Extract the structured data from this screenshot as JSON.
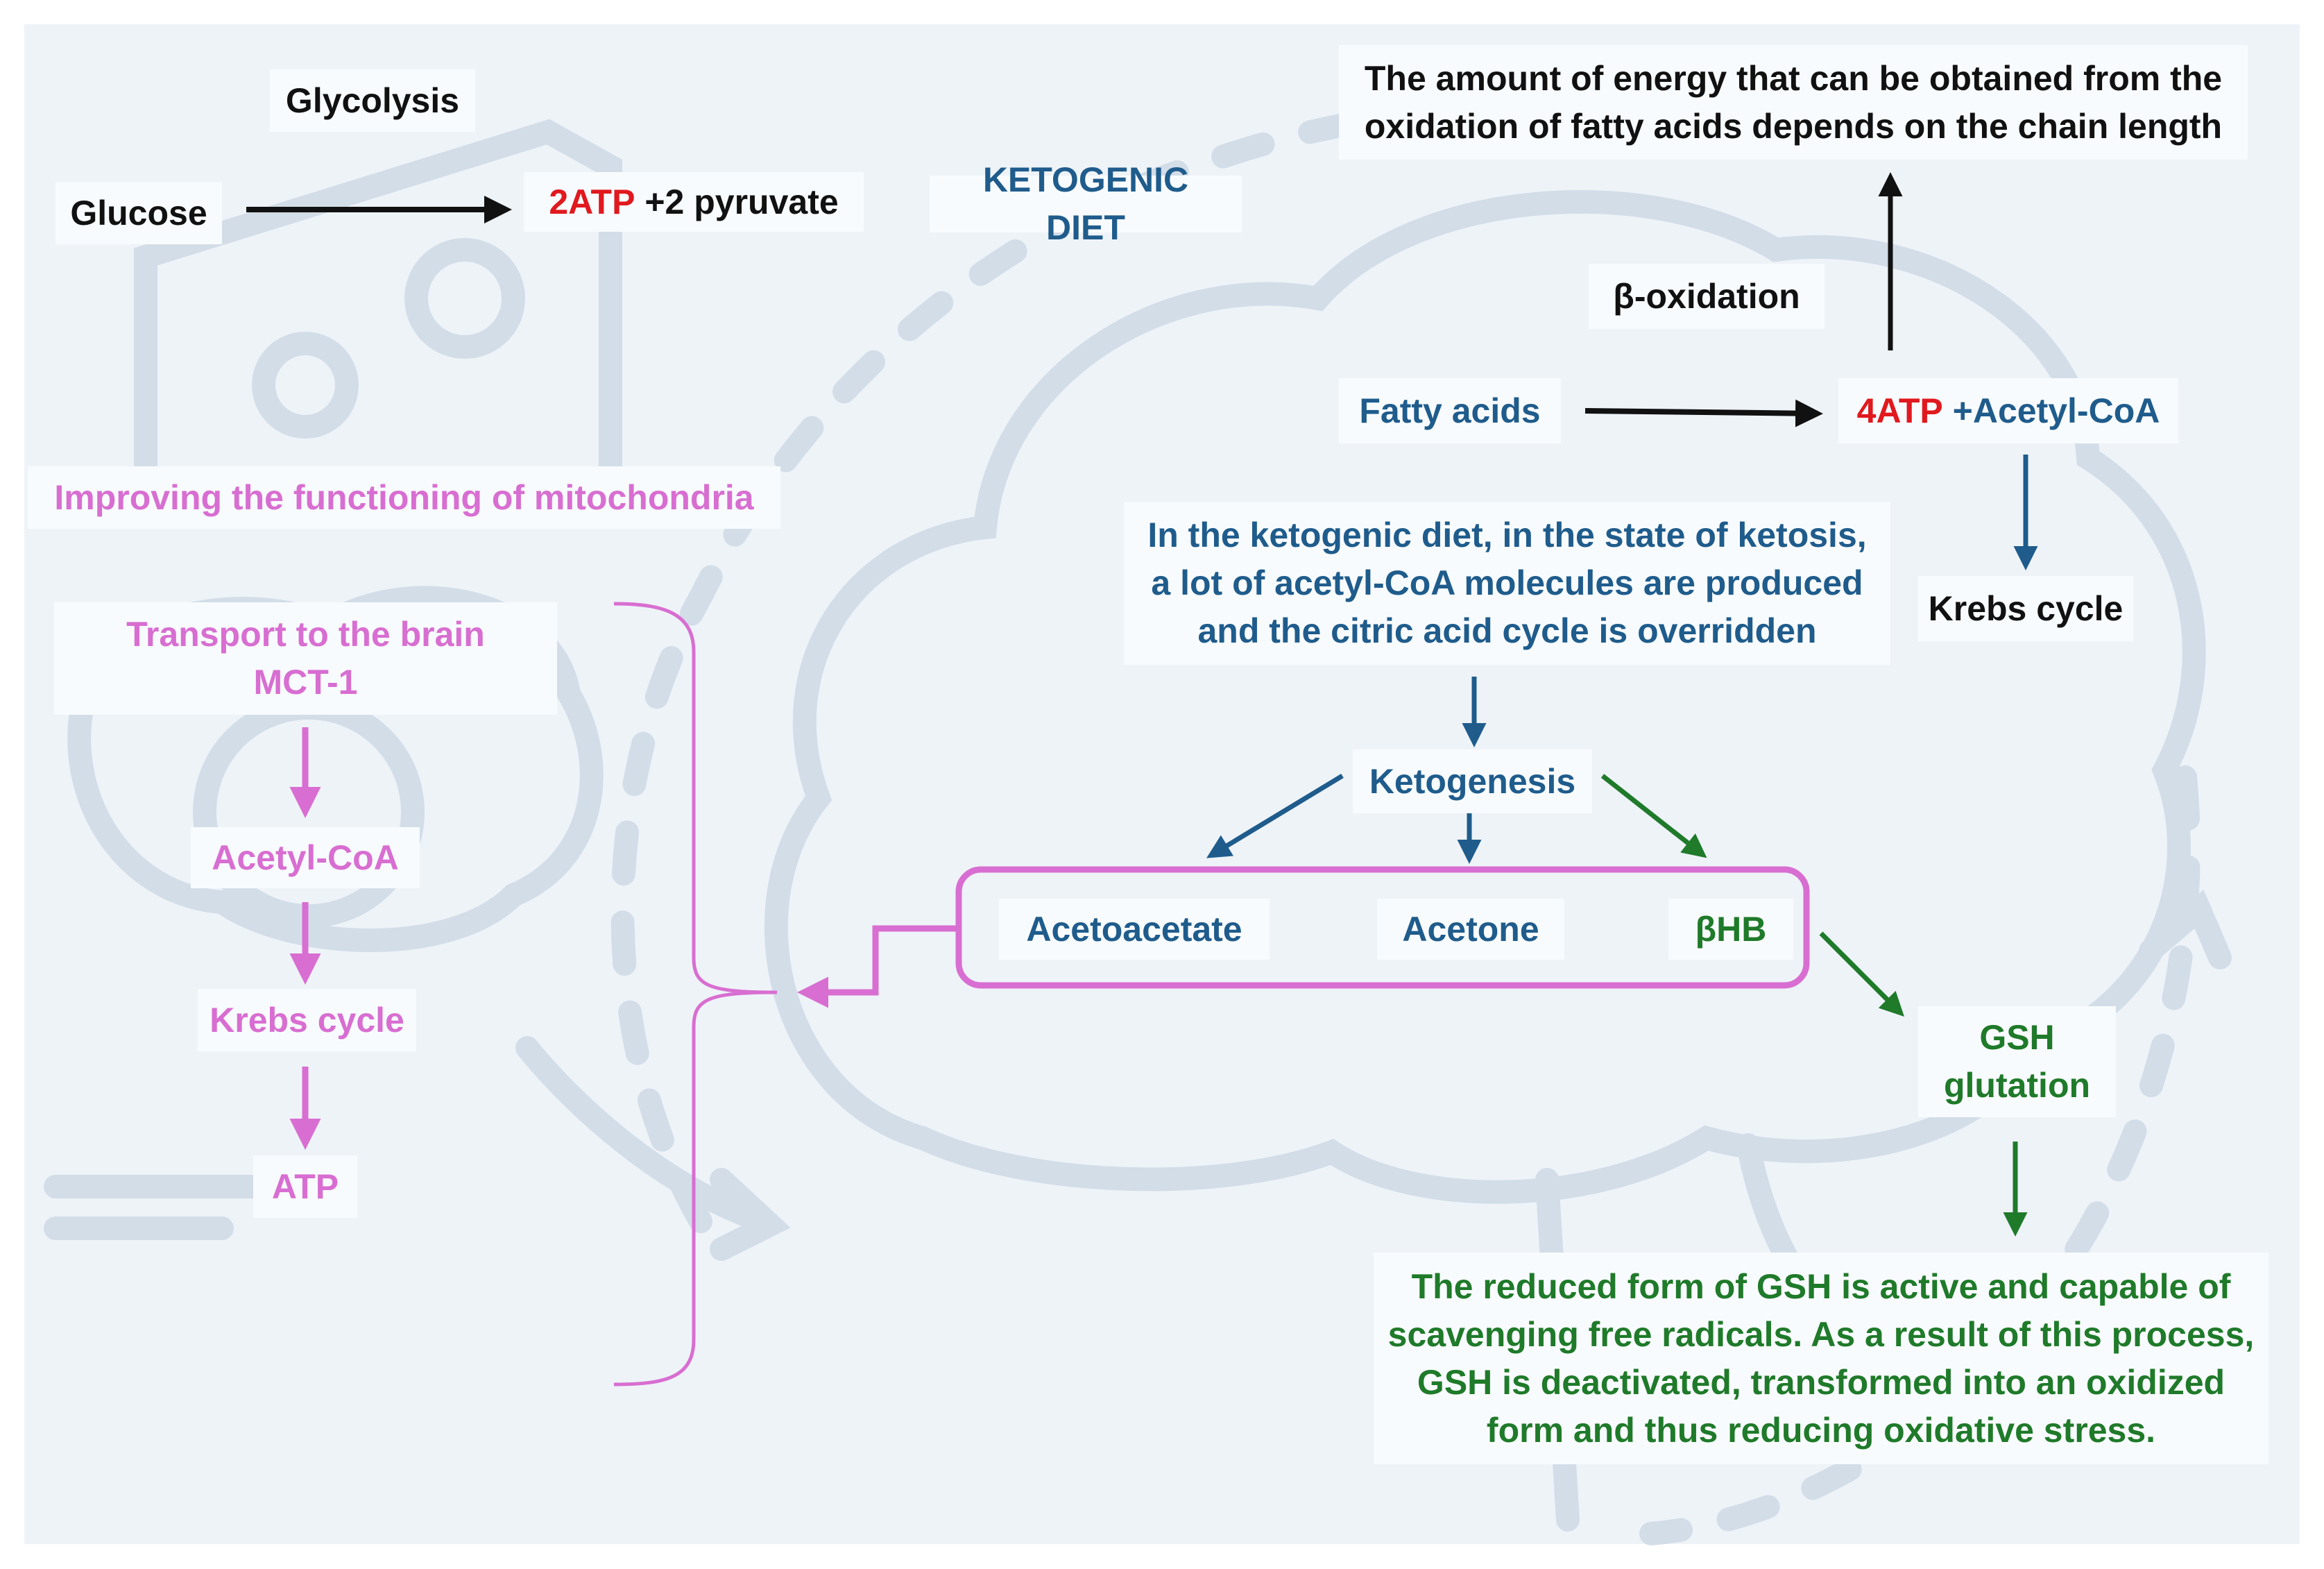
{
  "left": {
    "glycolysis": "Glycolysis",
    "glucose": "Glucose",
    "atp_red": "2ATP",
    "pyruvate": "+2 pyruvate",
    "improving": "Improving the functioning of mitochondria",
    "transport_line1": "Transport to the brain",
    "transport_line2": "MCT-1",
    "acetyl_coa": "Acetyl-CoA",
    "krebs": "Krebs cycle",
    "atp": "ATP"
  },
  "center": {
    "title": "KETOGENIC DIET",
    "ketosis_line1": "In the ketogenic diet, in the state of ketosis,",
    "ketosis_line2": "a lot of acetyl-CoA molecules are produced",
    "ketosis_line3": "and the citric acid cycle is overridden",
    "ketogenesis": "Ketogenesis",
    "acetoacetate": "Acetoacetate",
    "acetone": "Acetone",
    "bhb": "βHB"
  },
  "right": {
    "energy_line1": "The amount of energy that can be obtained from the",
    "energy_line2": "oxidation of fatty acids depends on the chain length",
    "beta_oxidation": "β-oxidation",
    "fatty_acids": "Fatty acids",
    "atp_red": "4ATP",
    "acetyl_coa": "+Acetyl-CoA",
    "krebs": "Krebs cycle",
    "gsh_line1": "GSH",
    "gsh_line2": "glutation",
    "reduced_line1": "The reduced form of GSH is active and capable of",
    "reduced_line2": "scavenging free radicals. As a result of this process,",
    "reduced_line3": "GSH is deactivated, transformed into an oxidized",
    "reduced_line4": "form and thus reducing oxidative stress."
  },
  "colors": {
    "pink": "#d86ed1",
    "blue": "#1f5c8c",
    "green": "#1f7a2a",
    "red": "#e0191e",
    "black": "#111111",
    "watermark": "#c9d6e3"
  }
}
